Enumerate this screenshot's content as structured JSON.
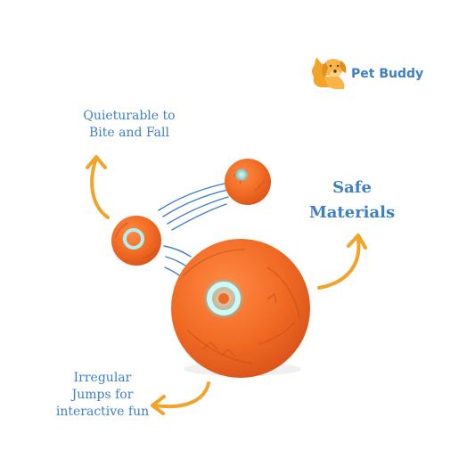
{
  "brand": {
    "name": "Pet Buddy",
    "logo_icon": "dog-and-cat-logo-icon"
  },
  "features": {
    "top": [
      "Quieturable to",
      "Bite and Fall"
    ],
    "right": [
      "Safe",
      "Materials"
    ],
    "bottom": [
      "Irregular",
      "Jumps for",
      "interactive fun"
    ]
  },
  "colors": {
    "text": "#3f7fc4",
    "arrow": "#f2a32a",
    "ball": "#f06a23",
    "glow": "#7fe0e6",
    "logo": "#f2a32a"
  }
}
